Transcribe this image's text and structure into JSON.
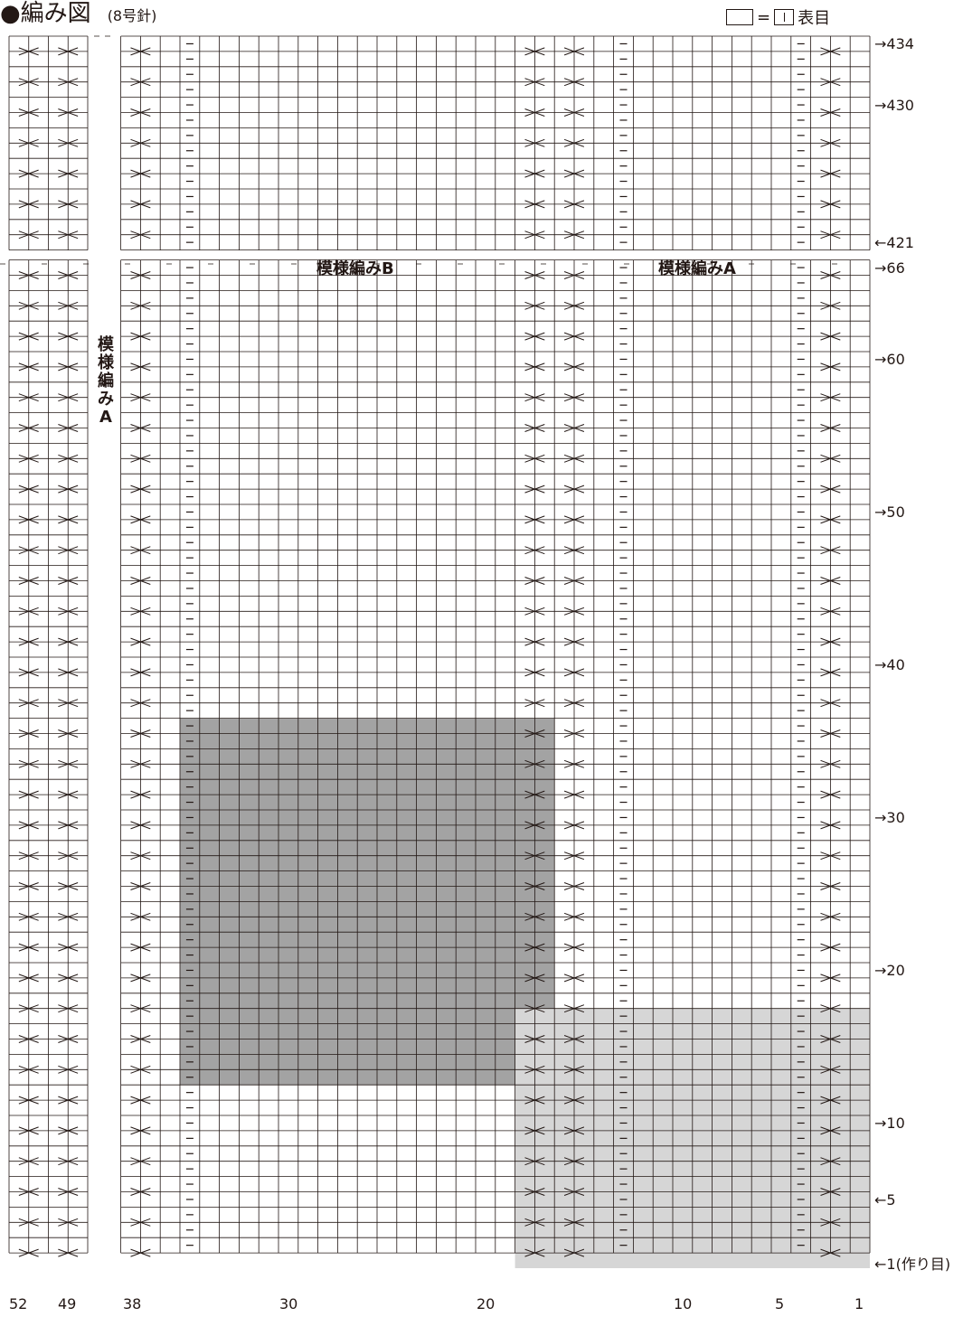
{
  "title": "●編み図",
  "needle": "(8号針)",
  "legend": {
    "equals": "=",
    "label": "表目"
  },
  "sections": {
    "pattern_b": "模様編みB",
    "pattern_a": "模様編みA",
    "vertical_a": "模様編みA"
  },
  "row_labels": [
    {
      "text": "→434",
      "row": 434
    },
    {
      "text": "→430",
      "row": 430
    },
    {
      "text": "←421",
      "row": 421
    },
    {
      "text": "→66",
      "row": 66
    },
    {
      "text": "→60",
      "row": 60
    },
    {
      "text": "→50",
      "row": 50
    },
    {
      "text": "→40",
      "row": 40
    },
    {
      "text": "→30",
      "row": 30
    },
    {
      "text": "→20",
      "row": 20
    },
    {
      "text": "→10",
      "row": 10
    },
    {
      "text": "←5",
      "row": 5
    },
    {
      "text": "←1(作り目)",
      "row": 1
    }
  ],
  "col_labels": [
    "52",
    "49",
    "38",
    "30",
    "20",
    "10",
    "5",
    "1"
  ],
  "colors": {
    "ink": "#231815",
    "dark_shade": "#a3a3a3",
    "light_shade": "#d6d6d6"
  }
}
